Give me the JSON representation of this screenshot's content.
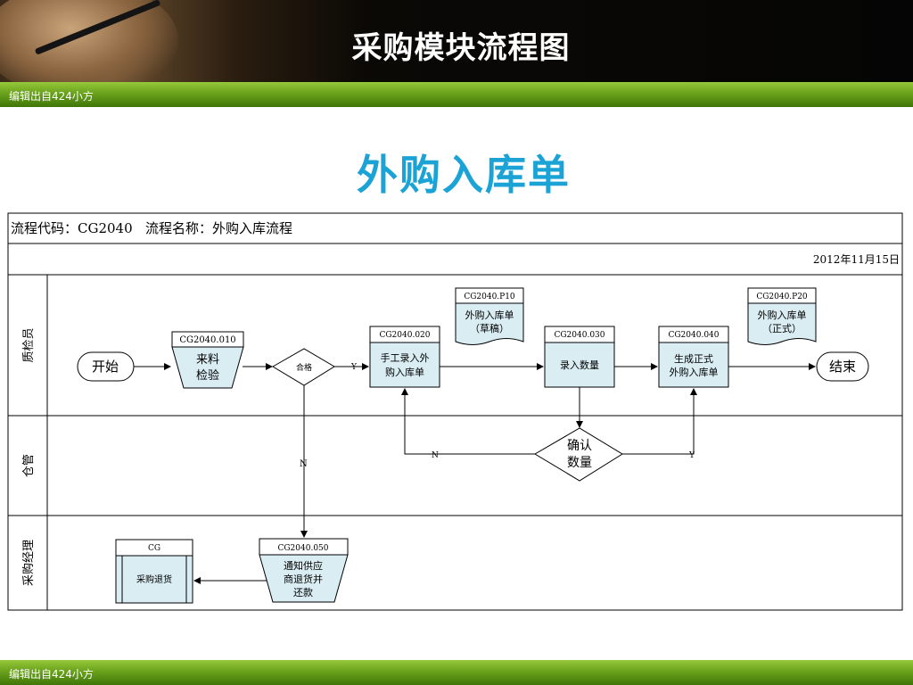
{
  "page_title": "采购模块流程图",
  "footer_text": "编辑出自424小方",
  "slide_title": "外购入库单",
  "flow_info": "流程代码：CG2040   流程名称：外购入库流程",
  "date": "2012年11月15日",
  "lanes": [
    "质检员",
    "仓管",
    "采购经理"
  ],
  "nodes": {
    "start": "开始",
    "end": "结束",
    "n010_code": "CG2040.010",
    "n010_l1": "来料",
    "n010_l2": "检验",
    "qualified": "合格",
    "n020_code": "CG2040.020",
    "n020_l1": "手工录入外",
    "n020_l2": "购入库单",
    "p10_code": "CG2040.P10",
    "p10_l1": "外购入库单",
    "p10_l2": "（草稿）",
    "n030_code": "CG2040.030",
    "n030_l1": "录入数量",
    "n040_code": "CG2040.040",
    "n040_l1": "生成正式",
    "n040_l2": "外购入库单",
    "p20_code": "CG2040.P20",
    "p20_l1": "外购入库单",
    "p20_l2": "（正式）",
    "confirm_l1": "确认",
    "confirm_l2": "数量",
    "n050_code": "CG2040.050",
    "n050_l1": "通知供应",
    "n050_l2": "商退货并",
    "n050_l3": "还款",
    "cg_code": "CG",
    "cg_l1": "采购退货"
  },
  "edge_labels": {
    "yes": "Y",
    "no": "N"
  },
  "colors": {
    "box_fill": "#d9edf3",
    "accent_blue": "#1ba3d6",
    "bar_green": "#6aa21c"
  }
}
